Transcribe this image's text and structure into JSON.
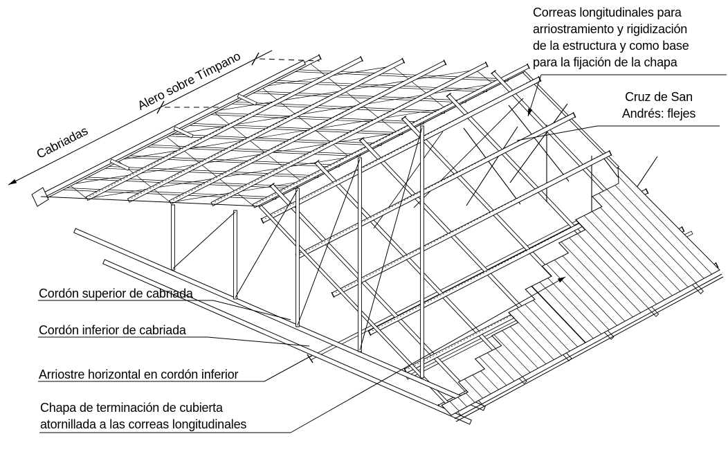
{
  "diagram": {
    "title_note": {
      "lines": [
        "Correas longitudinales para",
        "arriostramiento y rigidización",
        "de la estructura y como base",
        "para la fijación de la chapa"
      ]
    },
    "cruz_label": {
      "lines": [
        "Cruz de San",
        "Andrés: flejes"
      ]
    },
    "cabriadas_label": "Cabriadas",
    "alero_label": "Alero sobre Tímpano",
    "cordon_superior_label": "Cordón superior de cabriada",
    "cordon_inferior_label": "Cordón inferior de cabriada",
    "arriostre_label": "Arriostre horizontal en cordón inferior",
    "chapa_label": {
      "lines": [
        "Chapa de terminación de cubierta",
        "atornillada a las correas longitudinales"
      ]
    },
    "colors": {
      "ink": "#000000",
      "background": "#ffffff"
    }
  }
}
